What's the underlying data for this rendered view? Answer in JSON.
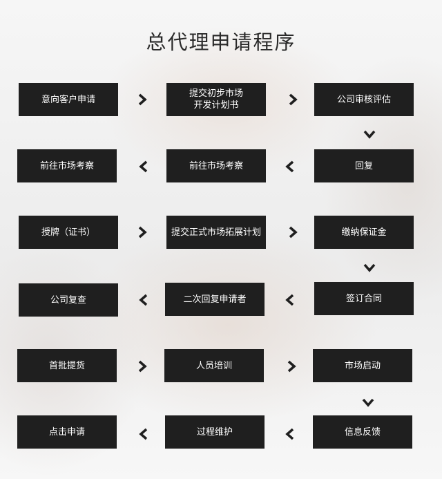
{
  "title": "总代理申请程序",
  "steps": {
    "r1c1": "意向客户申请",
    "r1c2": "提交初步市场\n开发计划书",
    "r1c3": "公司审核评估",
    "r2c3": "回复",
    "r2c2": "前往市场考察",
    "r2c1": "前往市场考察",
    "r3c1": "授牌（证书）",
    "r3c2": "提交正式市场拓展计划",
    "r3c3": "缴纳保证金",
    "r4c3": "签订合同",
    "r4c2": "二次回复申请者",
    "r4c1": "公司复查",
    "r5c1": "首批提货",
    "r5c2": "人员培训",
    "r5c3": "市场启动",
    "r6c3": "信息反馈",
    "r6c2": "过程维护",
    "r6c1": "点击申请"
  },
  "arrow_icons": {
    "right": "chevron-right-icon",
    "left": "chevron-left-icon",
    "down": "chevron-down-icon"
  }
}
